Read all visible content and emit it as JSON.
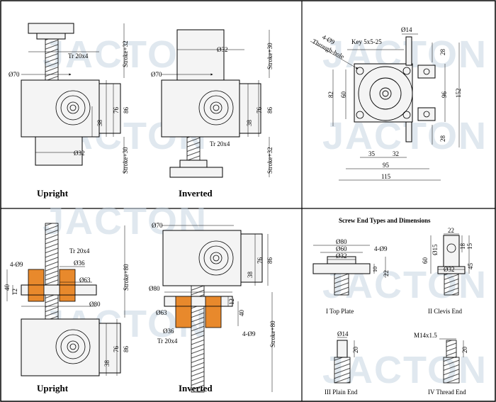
{
  "watermark": "JACTON",
  "panels": {
    "upright_cap": "Upright",
    "inverted_cap": "Inverted",
    "upright2_cap": "Upright",
    "inverted2_cap": "Inverted"
  },
  "top_left": {
    "d70": "Ø70",
    "thread": "Tr 20x4",
    "stroke_top": "Stroke+32",
    "dim76": "76",
    "dim86": "86",
    "dim38": "38",
    "d32": "Ø32",
    "stroke_bottom": "Stroke+30"
  },
  "top_mid": {
    "d32": "Ø32",
    "stroke_top": "Stroke+30",
    "d70": "Ø70",
    "dim76": "76",
    "dim86": "86",
    "dim38": "38",
    "thread": "Tr 20x4",
    "stroke_bottom": "Stroke+32"
  },
  "top_right": {
    "d14": "Ø14",
    "key": "Key 5x5-25",
    "holes": "4-Ø9",
    "through": "Through-hole",
    "dim28a": "28",
    "dim82": "82",
    "dim60": "60",
    "dim96": "96",
    "dim152": "152",
    "dim28b": "28",
    "dim35": "35",
    "dim32": "32",
    "dim95": "95",
    "dim115": "115"
  },
  "bottom_left": {
    "thread": "Tr 20x4",
    "holes": "4-Ø9",
    "d36": "Ø36",
    "d63": "Ø63",
    "dim40": "40",
    "dim12": "12",
    "d80": "Ø80",
    "stroke": "Stroke+80",
    "dim76": "76",
    "dim86": "86",
    "dim38": "38"
  },
  "bottom_mid": {
    "d70": "Ø70",
    "dim76": "76",
    "dim86": "86",
    "dim38": "38",
    "d80": "Ø80",
    "d63": "Ø63",
    "dim40": "40",
    "dim12": "12",
    "d36": "Ø36",
    "holes": "4-Ø9",
    "thread": "Tr 20x4",
    "stroke": "Stroke+80"
  },
  "screw_ends": {
    "title": "Screw End Types and Dimensions",
    "top_plate": {
      "caption": "I  Top Plate",
      "d80": "Ø80",
      "d60": "Ø60",
      "d32": "Ø32",
      "holes": "4-Ø9",
      "dim10": "10",
      "dim22": "22"
    },
    "clevis": {
      "caption": "II  Clevis End",
      "dim22": "22",
      "d15": "Ø15",
      "dim18": "18",
      "dim15": "15",
      "dim60": "60",
      "dim45": "45",
      "d32": "Ø32"
    },
    "plain": {
      "caption": "III  Plain End",
      "d14": "Ø14",
      "dim20": "20"
    },
    "thread_end": {
      "caption": "IV  Thread End",
      "m14": "M14x1.5",
      "dim20": "20"
    }
  }
}
